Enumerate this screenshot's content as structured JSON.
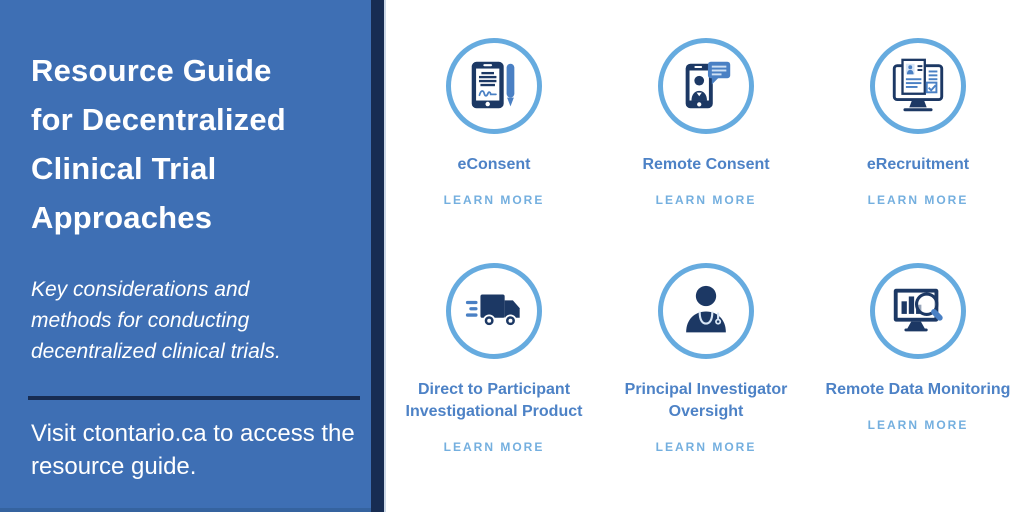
{
  "left_panel": {
    "title_lines": [
      "Resource Guide",
      "for Decentralized",
      "Clinical Trial",
      "Approaches"
    ],
    "subtitle": "Key considerations and methods for conducting decentralized clinical trials.",
    "footer": "Visit ctontario.ca to access the resource guide."
  },
  "colors": {
    "panel_blue": "#3e6fb4",
    "navy": "#172c52",
    "icon_navy": "#1c3864",
    "accent_blue": "#4a80c4",
    "label_blue": "#4d82c6",
    "learn_more_blue": "#74afdf",
    "circle_border": "#66abdf"
  },
  "cards": [
    {
      "label": "eConsent",
      "icon": "tablet-signature-icon",
      "cta": "LEARN MORE"
    },
    {
      "label": "Remote Consent",
      "icon": "phone-video-chat-icon",
      "cta": "LEARN MORE"
    },
    {
      "label": "eRecruitment",
      "icon": "monitor-resume-icon",
      "cta": "LEARN MORE"
    },
    {
      "label": "Direct to Participant Investigational Product",
      "icon": "delivery-truck-icon",
      "cta": "LEARN MORE"
    },
    {
      "label": "Principal Investigator Oversight",
      "icon": "doctor-icon",
      "cta": "LEARN MORE"
    },
    {
      "label": "Remote Data Monitoring",
      "icon": "monitor-chart-magnifier-icon",
      "cta": "LEARN MORE"
    }
  ]
}
